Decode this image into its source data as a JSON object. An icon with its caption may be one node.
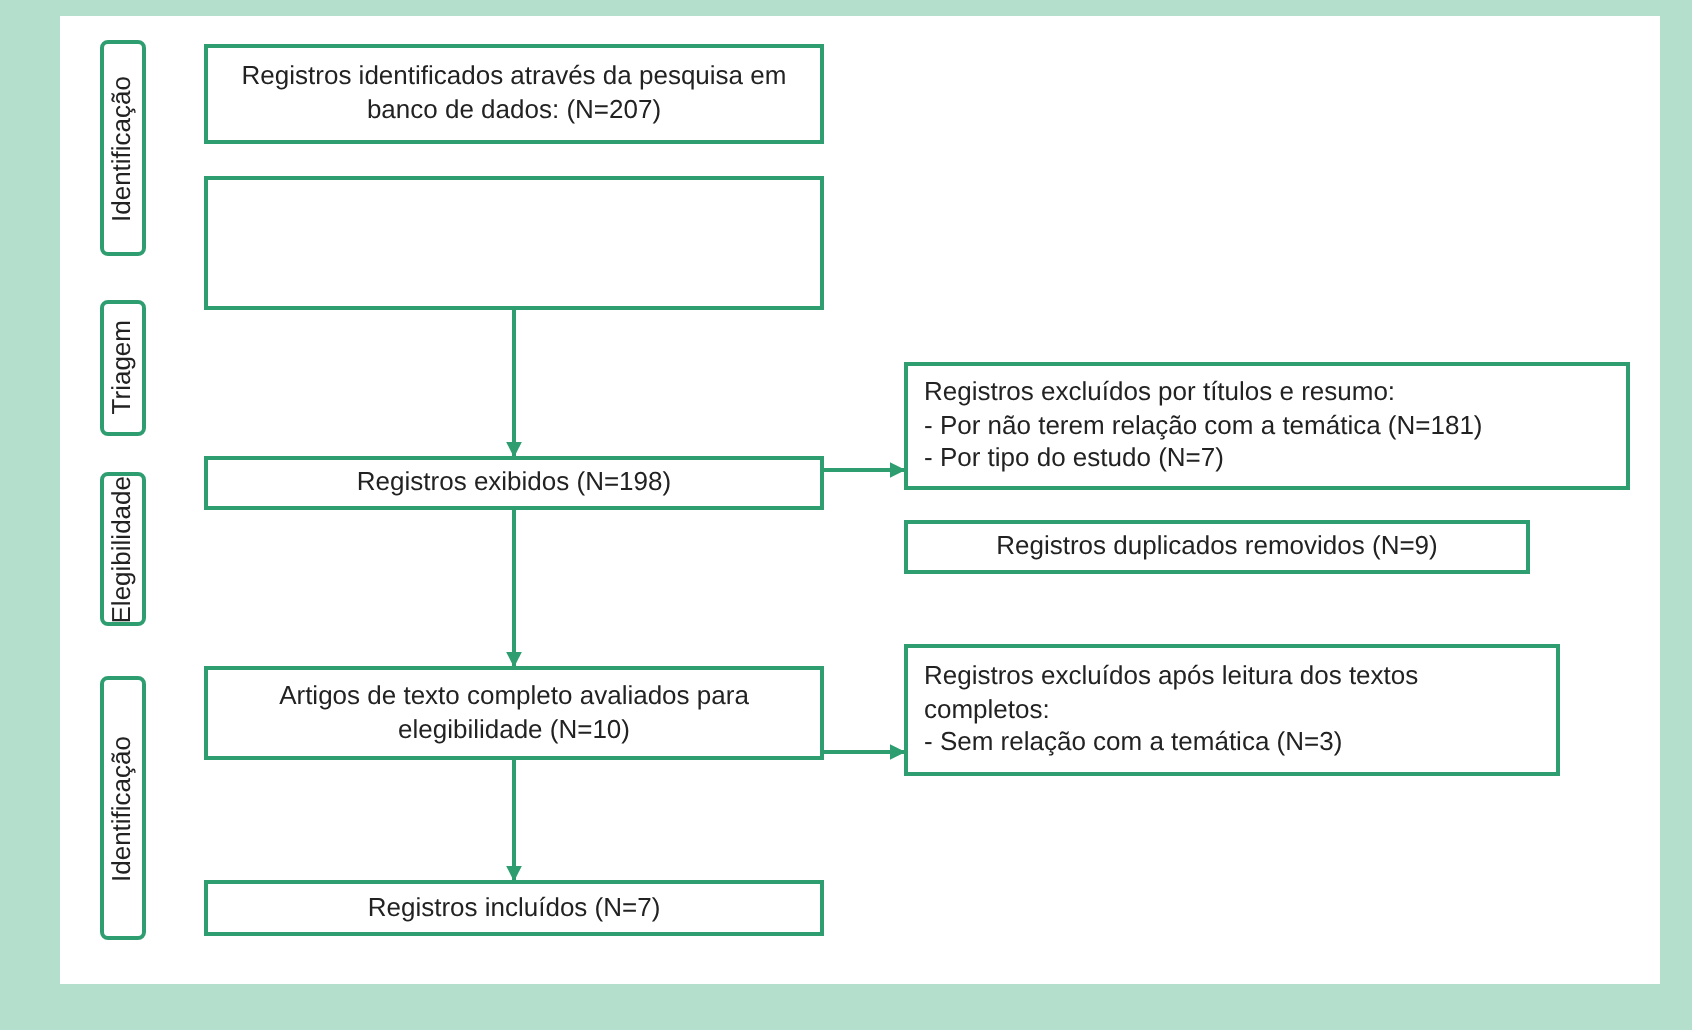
{
  "diagram": {
    "nodes": [
      {
        "text": [
          "Identificação"
        ]
      },
      {
        "text": [
          "Triagem"
        ]
      },
      {
        "text": [
          "Elegibilidade"
        ]
      },
      {
        "text": [
          "Identificação"
        ]
      },
      {
        "text": [
          "Registros identificados através da pesquisa em banco de dados: (N=207)"
        ]
      },
      {
        "text": [],
        "shape": "box"
      },
      {
        "text": [
          "Registros exibidos (N=198)"
        ]
      },
      {
        "text": [
          "Registros excluídos por títulos e resumo:",
          "- Por não terem relação com a temática (N=181)",
          "- Por tipo do estudo (N=7)"
        ]
      },
      {
        "text": [
          "Registros duplicados removidos (N=9)"
        ]
      },
      {
        "text": [
          "Artigos de texto completo avaliados para elegibilidade (N=10)"
        ]
      },
      {
        "text": [
          "Registros excluídos após leitura dos textos completos:",
          "- Sem relação com a temática (N=3)"
        ]
      },
      {
        "text": [
          "Registros incluídos (N=7)"
        ]
      }
    ],
    "edges": [
      {
        "from": 5,
        "to": 6,
        "arrow": "to"
      },
      {
        "from": 6,
        "to": 7,
        "arrow": "to"
      },
      {
        "from": 6,
        "to": 9,
        "arrow": "to"
      },
      {
        "from": 9,
        "to": 10,
        "arrow": "to"
      },
      {
        "from": 9,
        "to": 11,
        "arrow": "to"
      }
    ]
  }
}
